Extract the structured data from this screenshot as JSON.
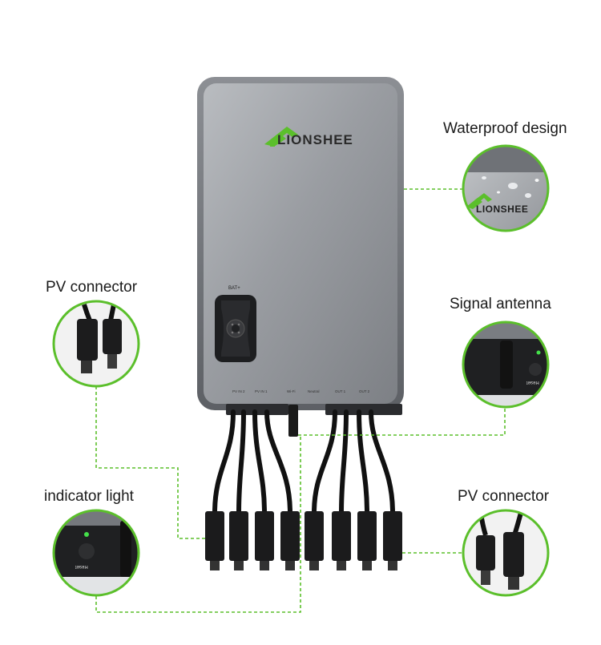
{
  "brand": {
    "name": "LIONSHEE",
    "accent": "#5bbf2b"
  },
  "device": {
    "battery_label": "BAT+",
    "ports": [
      "PV IN 2",
      "PV IN 1",
      "Wi-Fi",
      "Neutral",
      "OUT 1",
      "OUT 2"
    ]
  },
  "callouts": {
    "waterproof": "Waterproof design",
    "signal_antenna": "Signal antenna",
    "pv_connector_left": "PV connector",
    "pv_connector_right": "PV connector",
    "indicator_light": "indicator light"
  },
  "zoom": {
    "reset_label": "Reset",
    "antenna_reset_label": "Reset"
  },
  "colors": {
    "callout_ring": "#5bbf2b",
    "device_body": "#8e9196",
    "cable": "#111111"
  }
}
